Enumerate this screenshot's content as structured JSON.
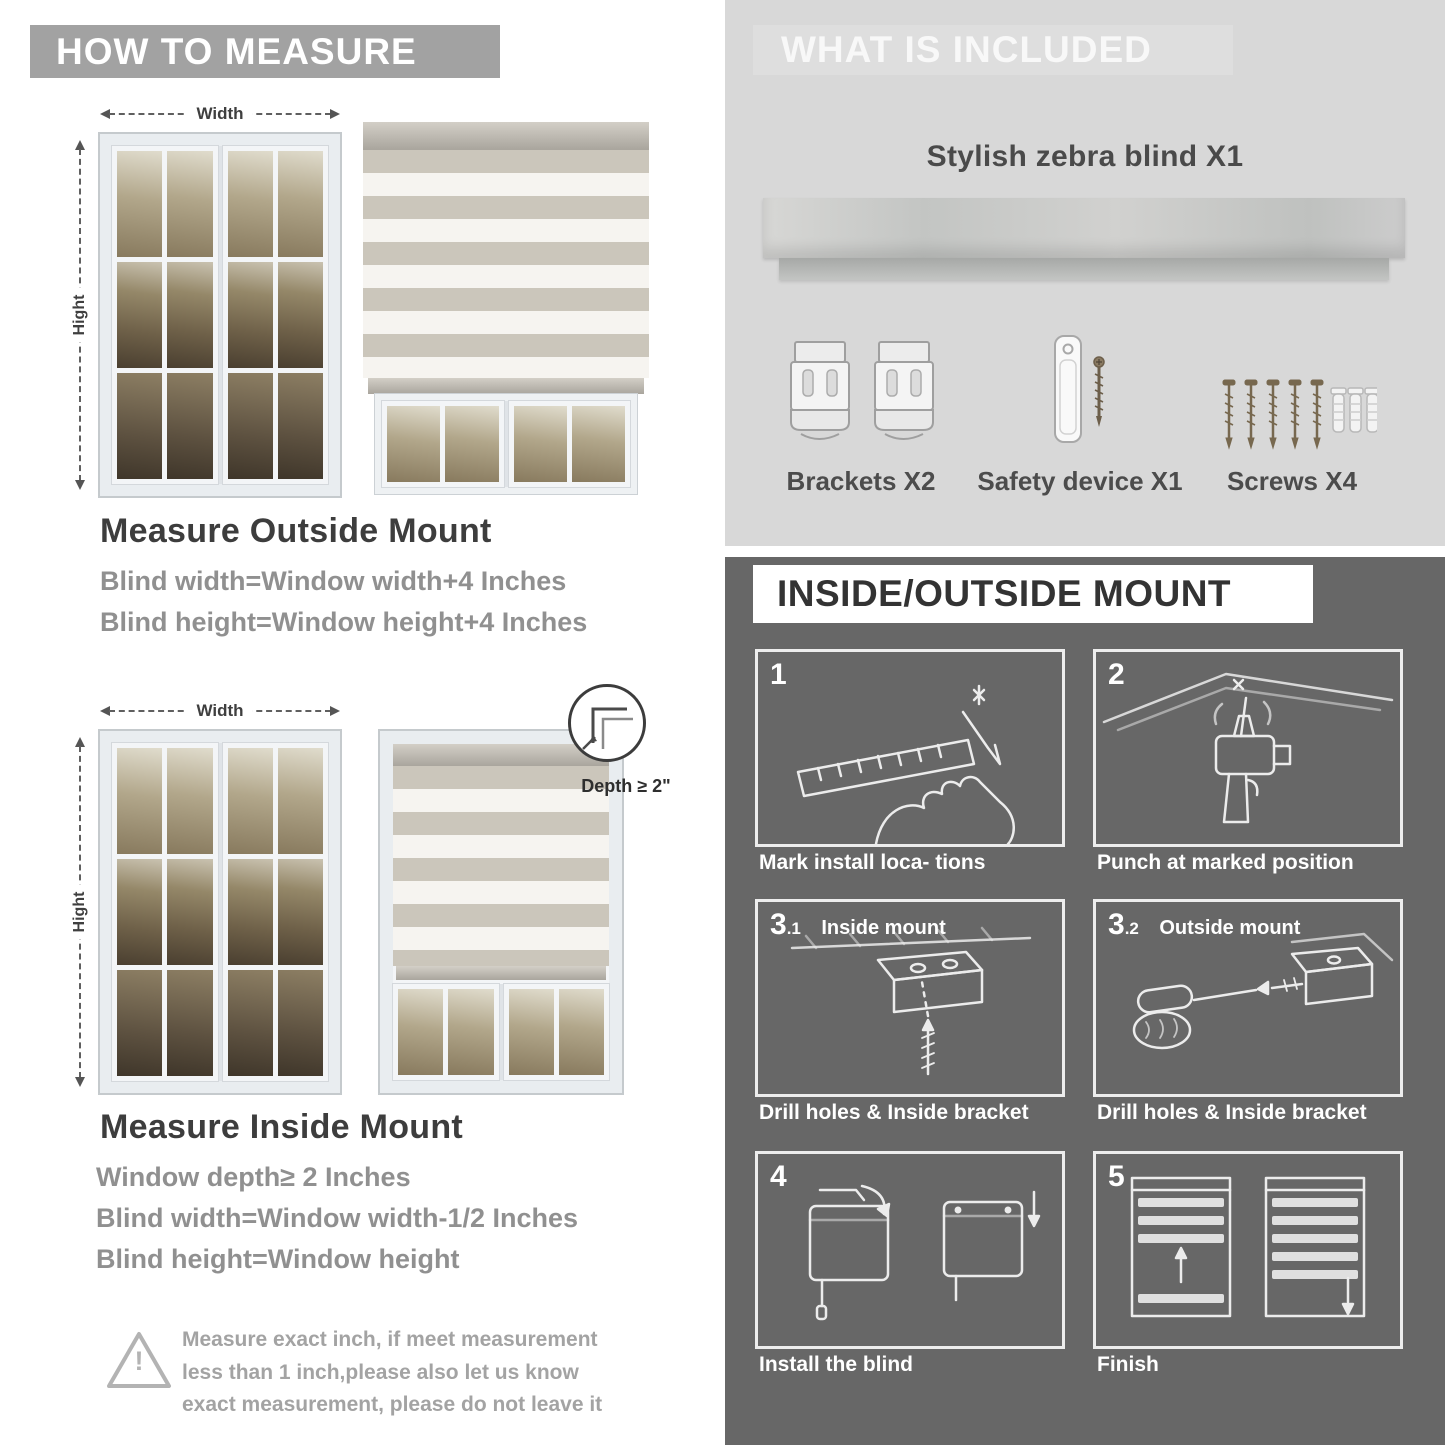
{
  "colors": {
    "banner_gray": "#a2a2a2",
    "included_bg": "#d8d8d8",
    "mount_bg": "#676767",
    "title_dark": "#3d3d3d",
    "body_gray": "#909090"
  },
  "left": {
    "header": "HOW TO MEASURE",
    "outside": {
      "width_label": "Width",
      "height_label": "Hight",
      "title": "Measure Outside Mount",
      "line1": "Blind width=Window width+4 Inches",
      "line2": "Blind height=Window height+4 Inches"
    },
    "inside": {
      "width_label": "Width",
      "height_label": "Hight",
      "depth_label": "Depth ≥ 2\"",
      "title": "Measure Inside Mount",
      "line1": "Window depth≥ 2 Inches",
      "line2": "Blind width=Window width-1/2 Inches",
      "line3": "Blind height=Window height"
    },
    "warning": {
      "mark": "!",
      "text": "Measure exact inch, if meet measurement less than 1 inch,please also let us know exact measurement, please do not leave it"
    }
  },
  "right": {
    "included": {
      "header": "WHAT IS INCLUDED",
      "product": "Stylish zebra blind X1",
      "items": [
        {
          "label": "Brackets X2"
        },
        {
          "label": "Safety device X1"
        },
        {
          "label": "Screws X4"
        }
      ]
    },
    "mount": {
      "header": "INSIDE/OUTSIDE MOUNT",
      "steps": [
        {
          "num": "1",
          "sub": "",
          "label": "",
          "caption": "Mark install loca- tions"
        },
        {
          "num": "2",
          "sub": "",
          "label": "",
          "caption": "Punch at  marked position"
        },
        {
          "num": "3",
          "sub": ".1",
          "label": "Inside mount",
          "caption": "Drill holes &  Inside bracket"
        },
        {
          "num": "3",
          "sub": ".2",
          "label": "Outside mount",
          "caption": "Drill holes &  Inside bracket"
        },
        {
          "num": "4",
          "sub": "",
          "label": "",
          "caption": "Install the blind"
        },
        {
          "num": "5",
          "sub": "",
          "label": "",
          "caption": "Finish"
        }
      ]
    }
  }
}
